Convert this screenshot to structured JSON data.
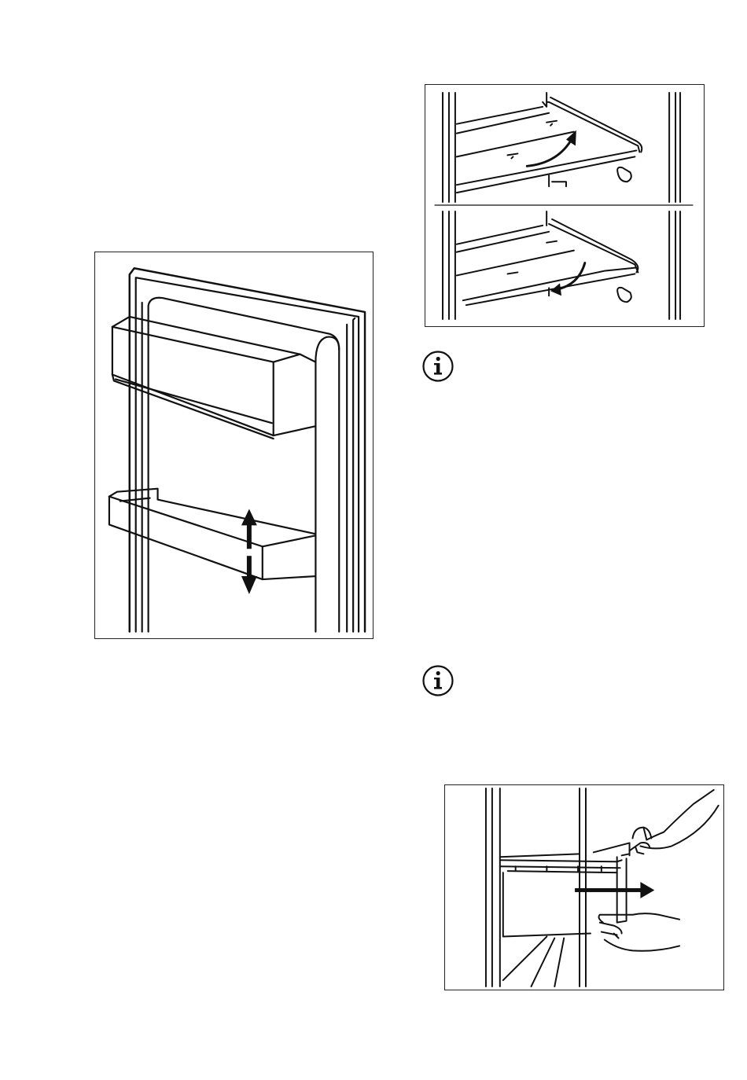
{
  "figures": [
    {
      "icon": "door-shelf-adjustment-illustration"
    },
    {
      "icon": "glass-shelf-removal-illustration"
    },
    {
      "icon": "drawer-removal-illustration"
    }
  ],
  "notes": [
    {
      "icon": "info-icon"
    },
    {
      "icon": "info-icon"
    }
  ]
}
